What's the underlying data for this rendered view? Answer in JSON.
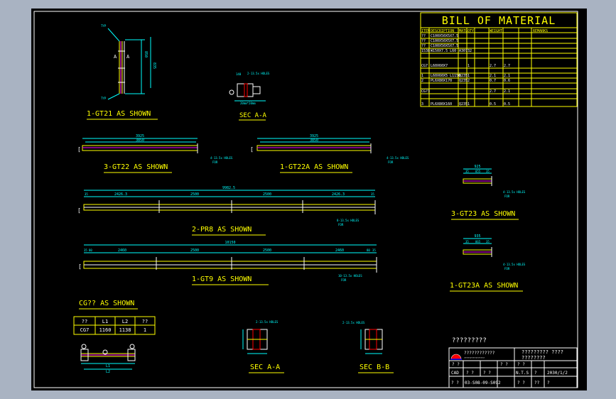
{
  "bom": {
    "title": "BILL OF MATERIAL",
    "headers": [
      "ITEM",
      "DESCRIPTION",
      "MATL",
      "QTY",
      "WEIGHT",
      "REMARKS"
    ],
    "rows": [
      [
        "??",
        "C100X50X5X7.5",
        "",
        "",
        "",
        ""
      ],
      [
        "??",
        "C100X50X5X7.5",
        "",
        "",
        "",
        ""
      ],
      [
        "??",
        "C100X50X5X7.5",
        "",
        "",
        "",
        ""
      ],
      [
        "1538",
        "W150X7.5 L60",
        "A307",
        "32",
        "",
        ""
      ],
      [
        "",
        "",
        "",
        "",
        "",
        ""
      ],
      [
        "CG7",
        "L60X60X7",
        "",
        "1",
        "2.7",
        "2.7"
      ],
      [
        "",
        "",
        "",
        "",
        "",
        ""
      ],
      [
        "1",
        "L60X60X5 L1150",
        "Q235",
        "1",
        "2.1",
        "2.1"
      ],
      [
        "2",
        "PL6X80X170",
        "Q235",
        "2",
        "0.7",
        "0.6"
      ],
      [
        "",
        "",
        "",
        "",
        "",
        ""
      ],
      [
        "CG?3",
        "",
        "",
        "",
        "2.7",
        "2.1"
      ],
      [
        "",
        "",
        "",
        "",
        "",
        ""
      ],
      [
        "3",
        "PL6X80X160",
        "Q235",
        "1",
        "0.5",
        "0.5"
      ]
    ]
  },
  "labels": {
    "gt21": "1-GT21 AS SHOWN",
    "seca1": "SEC A-A",
    "gt22": "3-GT22 AS SHOWN",
    "gt22a": "1-GT22A AS SHOWN",
    "gt23": "3-GT23 AS SHOWN",
    "pr8": "2-PR8 AS SHOWN",
    "gt9": "1-GT9 AS SHOWN",
    "gt23a": "1-GT23A AS SHOWN",
    "cg": "CG?? AS SHOWN",
    "seca2": "SEC A-A",
    "secb": "SEC B-B"
  },
  "dims": {
    "gt22_total": "3925",
    "gt22_inner": "3850",
    "gt22a_total": "3925",
    "gt22a_inner": "3850",
    "gt23_total": "925",
    "gt23_a": "35",
    "gt23_b": "855",
    "gt23_c": "35",
    "pr8_total": "9982.5",
    "pr8_s1": "35",
    "pr8_s2": "2426.3",
    "pr8_s3": "2500",
    "pr8_s4": "2500",
    "pr8_s5": "2426.3",
    "pr8_s6": "35",
    "gt9_total": "10150",
    "gt9_s1": "35",
    "gt9_s2": "80",
    "gt9_s3": "2460",
    "gt9_s4": "2500",
    "gt9_s5": "2500",
    "gt9_s6": "2460",
    "gt9_s7": "80",
    "gt9_s8": "35",
    "gt23a_total": "935",
    "gt23a_a": "35",
    "gt23a_b": "865",
    "gt23a_c": "35",
    "gt21_h1": "850",
    "gt21_h2": "835",
    "holes_4": "4-13.5x HOLES",
    "holes_8": "8-13.5x HOLES",
    "holes_10": "10-13.5x HOLES",
    "holes_2": "2-13.5x HOLES",
    "for": "FOR",
    "sec_w": "20mm*20mm",
    "sec_140": "140",
    "typ": "TYP"
  },
  "cg_table": {
    "headers": [
      "??",
      "L1",
      "L2",
      "??"
    ],
    "row": [
      "CG7",
      "1160",
      "1138",
      "1"
    ]
  },
  "cg_detail": {
    "l1": "L1",
    "l2": "L2"
  },
  "title_block": {
    "note": "?????????",
    "company": "????????????",
    "company_sub": "????????????????",
    "project1": "????????? ????",
    "project2": "????????",
    "r1": [
      "? ?",
      "? ?",
      "? ?"
    ],
    "r2": [
      "CAD",
      "? ?",
      "? ?",
      "N.T.S",
      "?",
      "2030/1/2"
    ],
    "r3": [
      "? ?",
      "03-S08-09-S092",
      "? ?",
      "??",
      "?"
    ]
  },
  "colors": {
    "bg": "#000000",
    "frame": "#a9b3c2",
    "yellow": "#ffff00",
    "cyan": "#00ffff",
    "white": "#ffffff",
    "red": "#ff0000",
    "magenta": "#ff00ff",
    "green": "#00ff00"
  }
}
